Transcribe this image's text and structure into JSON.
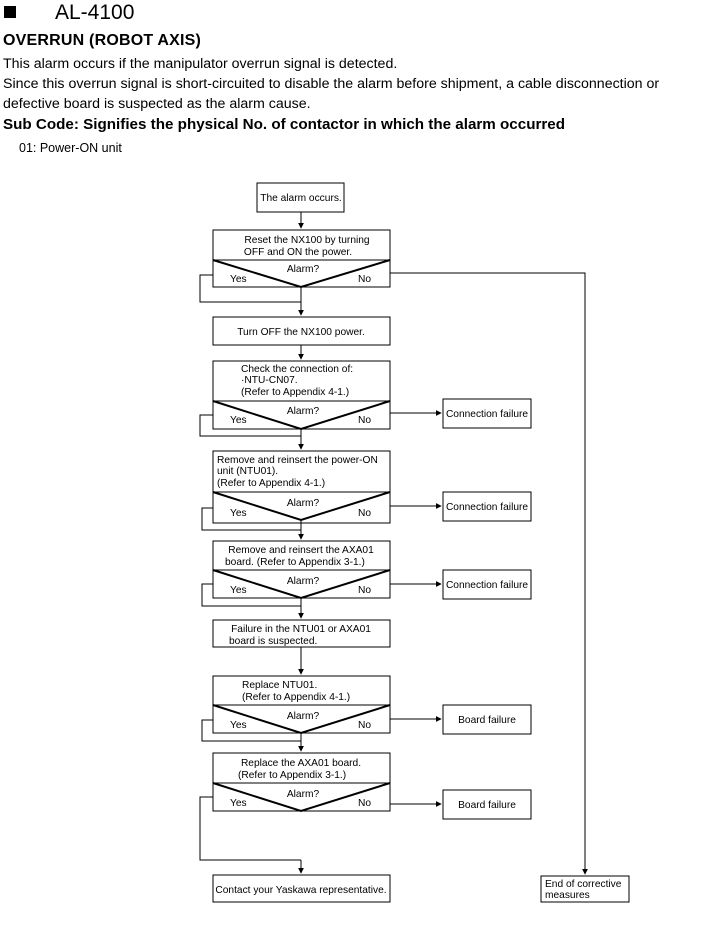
{
  "header": {
    "alarm_code": "AL-4100",
    "title": "OVERRUN (ROBOT AXIS)",
    "description_lines": [
      "This alarm occurs if the manipulator overrun signal is detected.",
      "Since this overrun signal is short-circuited to disable the alarm before shipment, a cable disconnection or",
      "defective board is suspected as the alarm cause."
    ],
    "sub_code": "Sub Code:  Signifies the physical No. of contactor in which the alarm occurred",
    "sub_code_items": [
      "01:  Power-ON unit"
    ]
  },
  "flowchart": {
    "start": "The alarm occurs.",
    "steps": {
      "reset": [
        "Reset the NX100 by turning",
        "OFF and ON the power."
      ],
      "turn_off": [
        "Turn OFF the NX100 power."
      ],
      "check_conn": [
        "Check the connection of:",
        "·NTU-CN07.",
        "(Refer to Appendix 4-1.)"
      ],
      "reinsert_ntu": [
        "Remove and reinsert the power-ON",
        "unit (NTU01).",
        "(Refer to Appendix 4-1.)"
      ],
      "reinsert_axa": [
        "Remove and reinsert the AXA01",
        "board.  (Refer to Appendix 3-1.)"
      ],
      "suspect": [
        "Failure in the NTU01 or AXA01",
        "board is suspected."
      ],
      "replace_ntu": [
        "Replace NTU01.",
        "(Refer to Appendix 4-1.)"
      ],
      "replace_axa": [
        "Replace the AXA01 board.",
        "(Refer to Appendix 3-1.)"
      ],
      "contact": [
        "Contact your Yaskawa representative."
      ]
    },
    "decision": {
      "question": "Alarm?",
      "yes": "Yes",
      "no": "No"
    },
    "results": {
      "connection_failure": "Connection failure",
      "board_failure": "Board failure",
      "end": [
        "End of corrective",
        "measures"
      ]
    }
  }
}
